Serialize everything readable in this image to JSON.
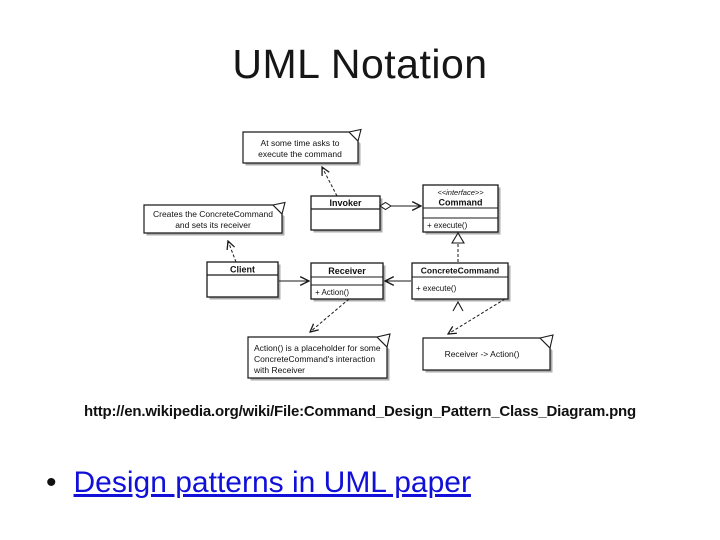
{
  "slide": {
    "title": "UML Notation",
    "source_url": "http://en.wikipedia.org/wiki/File:Command_Design_Pattern_Class_Diagram.png",
    "bullet_marker": "•",
    "link": {
      "label": "Design patterns in UML paper",
      "color": "#1010d8"
    }
  },
  "diagram": {
    "stroke_color": "#1a1a1a",
    "shadow_color": "#adadad",
    "classes": {
      "invoker": {
        "name": "Invoker"
      },
      "command": {
        "stereotype": "<<interface>>",
        "name": "Command",
        "operations": [
          "+ execute()"
        ]
      },
      "client": {
        "name": "Client"
      },
      "receiver": {
        "name": "Receiver",
        "operations": [
          "+ Action()"
        ]
      },
      "concrete_command": {
        "name": "ConcreteCommand",
        "operations": [
          "+ execute()"
        ]
      }
    },
    "notes": {
      "invoker_note": {
        "lines": [
          "At some time asks to",
          "execute the command"
        ]
      },
      "client_note": {
        "lines": [
          "Creates the ConcreteCommand",
          "and sets its receiver"
        ]
      },
      "action_note": {
        "lines": [
          "Action() is a placeholder for some",
          "ConcreteCommand's interaction",
          "with Receiver"
        ]
      },
      "receiver_action_note": {
        "lines": [
          "Receiver -> Action()"
        ]
      }
    }
  }
}
